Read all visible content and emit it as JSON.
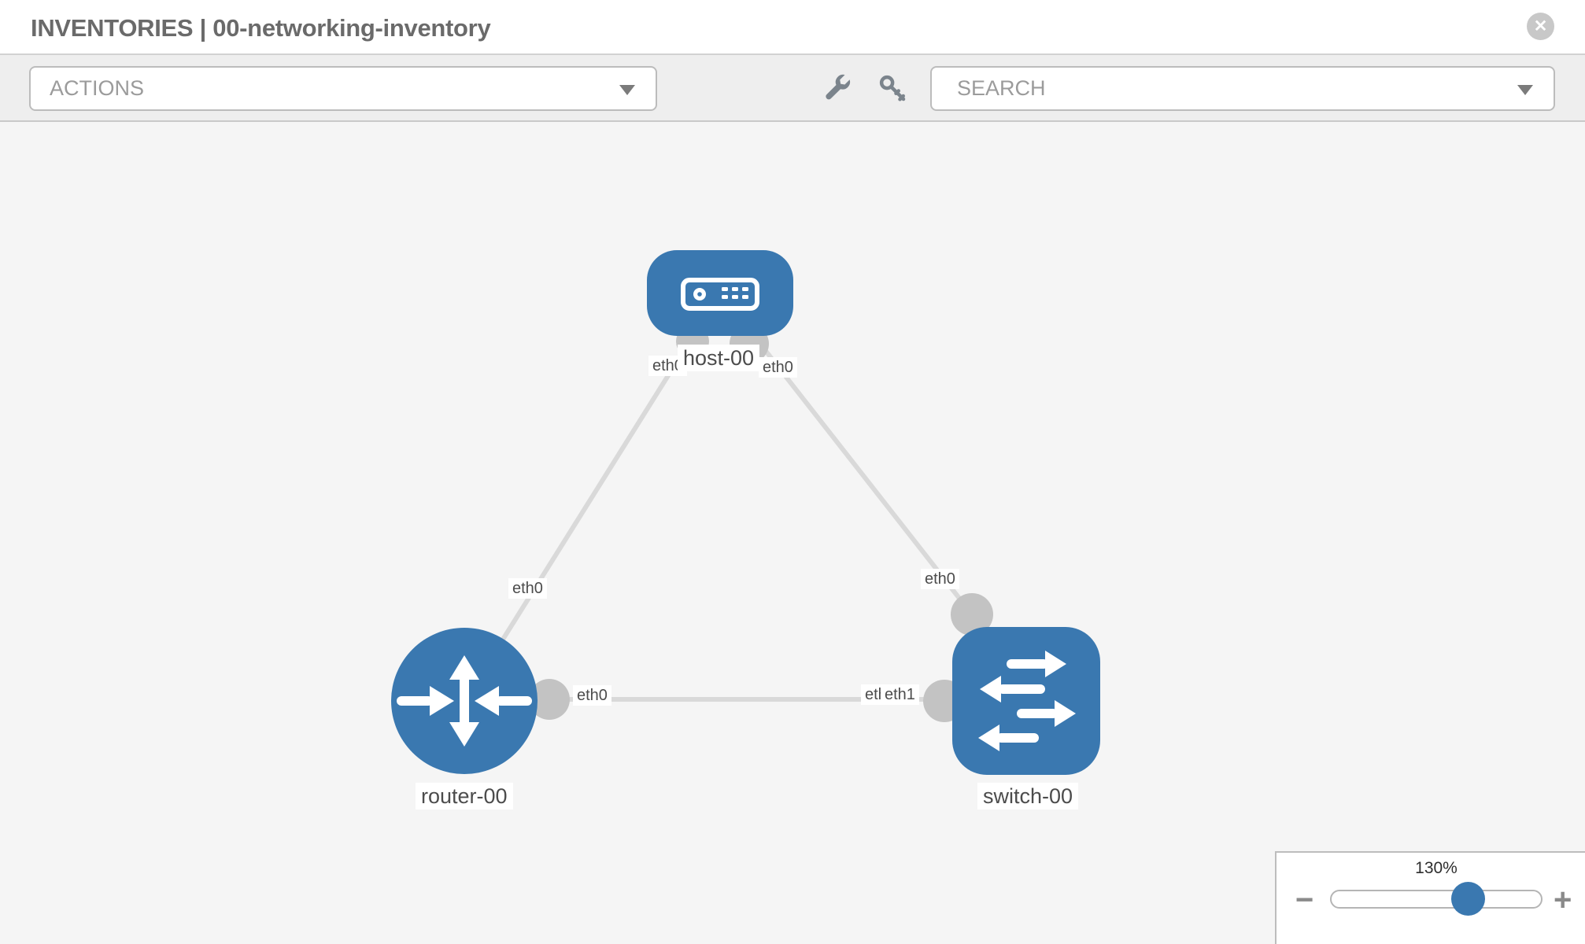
{
  "header": {
    "title": "INVENTORIES | 00-networking-inventory"
  },
  "toolbar": {
    "actions_label": "ACTIONS",
    "search_label": "SEARCH"
  },
  "icons": {
    "close": "✕",
    "zoom_out": "−",
    "zoom_in": "+",
    "wrench": "wrench-icon",
    "key": "key-icon",
    "caret": "caret-down-icon"
  },
  "topology": {
    "nodes": [
      {
        "name": "host-00",
        "type": "host"
      },
      {
        "name": "router-00",
        "type": "router"
      },
      {
        "name": "switch-00",
        "type": "switch"
      }
    ],
    "links": [
      {
        "from": "host-00",
        "to": "router-00",
        "from_interface": "eth0",
        "to_interface": "eth0"
      },
      {
        "from": "host-00",
        "to": "switch-00",
        "from_interface": "eth0",
        "to_interface": "eth0"
      },
      {
        "from": "router-00",
        "to": "switch-00",
        "from_interface": "eth0",
        "to_interface": "eth1",
        "to_interface_overlap": "eth0"
      }
    ]
  },
  "zoom_control": {
    "level": "130%"
  },
  "colors": {
    "node_blue": "#3a78b0",
    "link_gray": "#d9d9d9",
    "connector_gray": "#c3c3c3",
    "label_text": "#4c4c4c"
  }
}
